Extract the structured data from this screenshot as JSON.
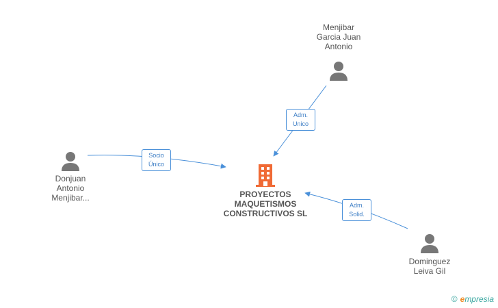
{
  "nodes": {
    "company": {
      "lines": [
        "PROYECTOS",
        "MAQUETISMOS",
        "CONSTRUCTIVOS SL"
      ],
      "color": "#f06a35"
    },
    "person_top": {
      "lines": [
        "Menjibar",
        "Garcia Juan",
        "Antonio"
      ]
    },
    "person_left": {
      "lines": [
        "Donjuan",
        "Antonio",
        "Menjibar..."
      ]
    },
    "person_right": {
      "lines": [
        "Dominguez",
        "Leiva Gil"
      ]
    }
  },
  "edges": {
    "left": {
      "lines": [
        "Socio",
        "Único"
      ]
    },
    "top": {
      "lines": [
        "Adm.",
        "Unico"
      ]
    },
    "right": {
      "lines": [
        "Adm.",
        "Solid."
      ]
    }
  },
  "footer": {
    "copyright": "©",
    "brand_first": "e",
    "brand_rest": "mpresia"
  },
  "colors": {
    "edge": "#4a90d9",
    "person": "#777777",
    "company": "#f06a35"
  }
}
